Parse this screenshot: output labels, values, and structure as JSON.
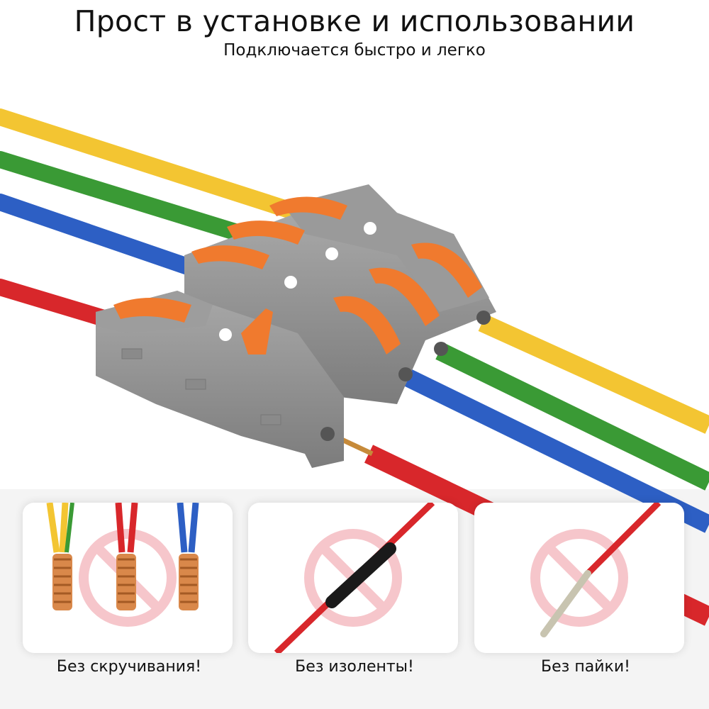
{
  "header": {
    "title": "Прост в установке и использовании",
    "subtitle": "Подключается быстро и легко"
  },
  "features": [
    {
      "caption": "Без скручивания!",
      "icon": "twisted-wires-crossed-icon"
    },
    {
      "caption": "Без изоленты!",
      "icon": "insulating-tape-crossed-icon"
    },
    {
      "caption": "Без пайки!",
      "icon": "soldering-crossed-icon"
    }
  ],
  "colors": {
    "connector_body": "#8f8f8f",
    "lever": "#f07a2e",
    "wire_yellow": "#f3c532",
    "wire_green": "#3a9a35",
    "wire_blue": "#2d5fc4",
    "wire_red": "#d8272b",
    "prohibit": "#f6c6cb"
  }
}
